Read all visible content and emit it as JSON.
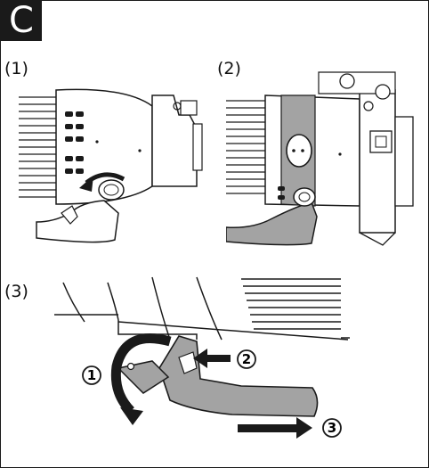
{
  "section": {
    "letter": "C"
  },
  "steps": [
    {
      "label": "(1)"
    },
    {
      "label": "(2)"
    },
    {
      "label": "(3)"
    }
  ],
  "callouts": [
    {
      "number": "1"
    },
    {
      "number": "2"
    },
    {
      "number": "3"
    }
  ],
  "colors": {
    "ink": "#1a1a1a",
    "highlight_gray": "#9c9c9c",
    "light_gray": "#c8c8c8"
  }
}
